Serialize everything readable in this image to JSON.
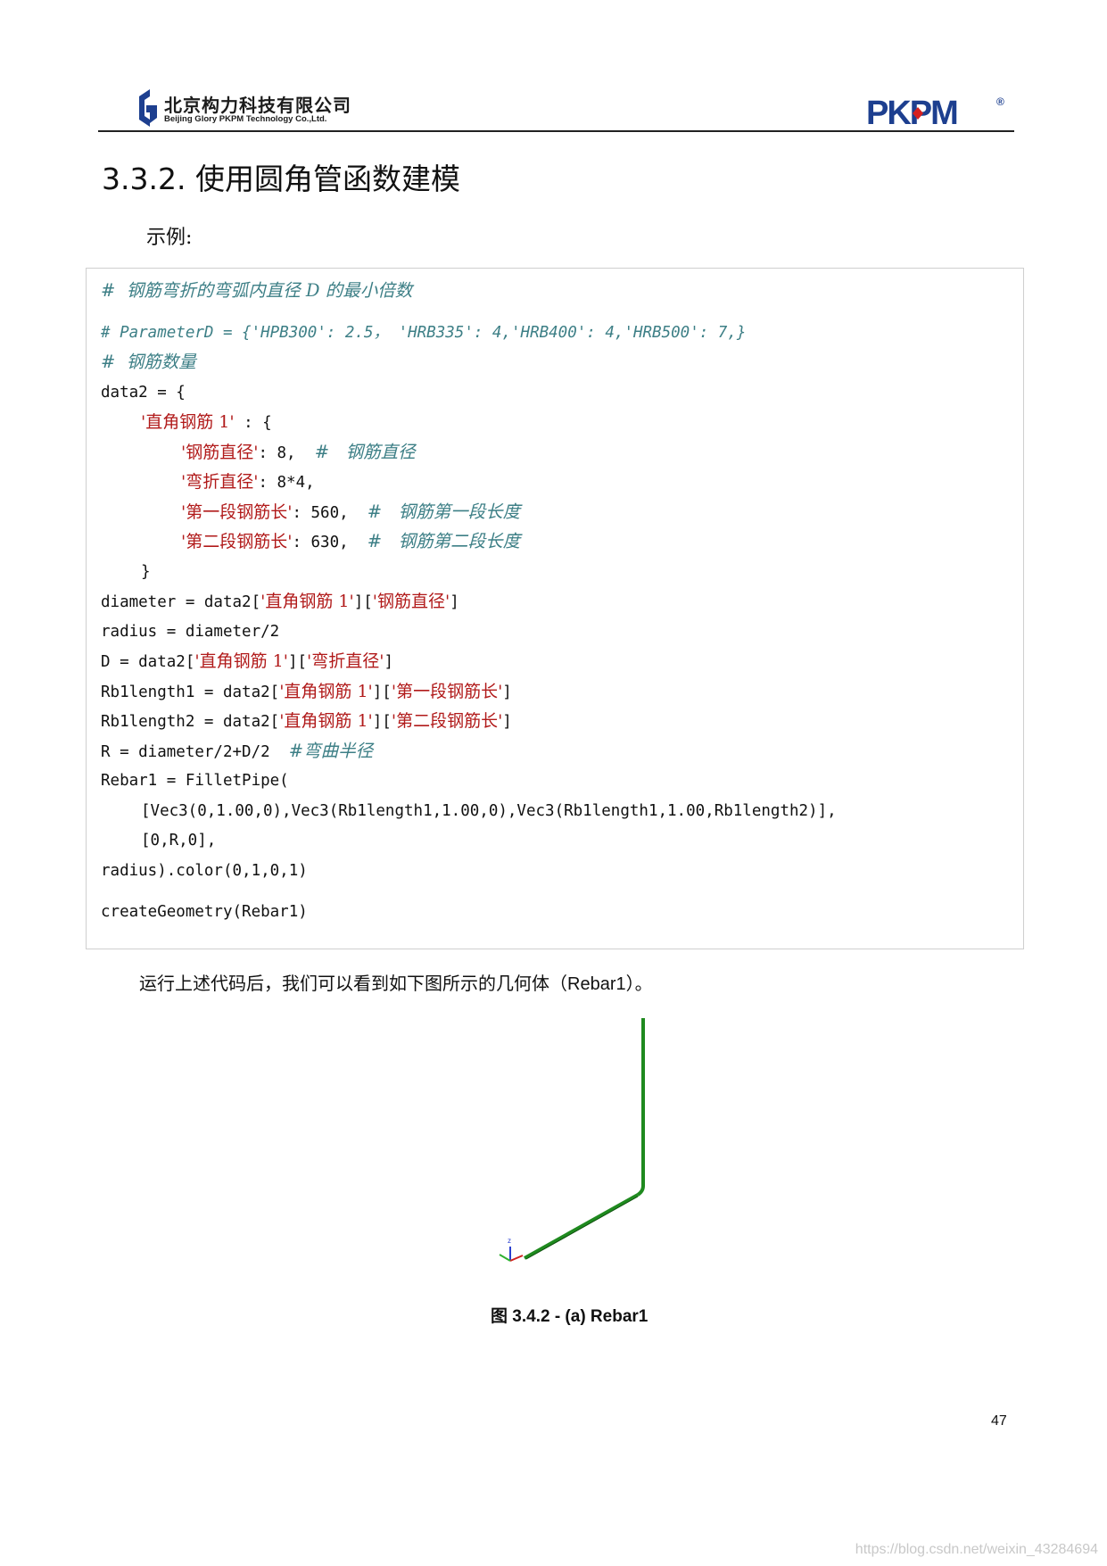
{
  "header": {
    "company_cn": "北京构力科技有限公司",
    "company_en": "Beijing Glory PKPM Technology Co.,Ltd.",
    "brand": "PKPM",
    "brand_mark": "®"
  },
  "section": {
    "title": "3.3.2. 使用圆角管函数建模",
    "example_label": "示例:"
  },
  "code": {
    "c1": "#  钢筋弯折的弯弧内直径 D 的最小倍数",
    "c2": "# ParameterD = {'HPB300': 2.5， 'HRB335': 4,'HRB400': 4,'HRB500': 7,}",
    "c3": "#  钢筋数量",
    "l4": "data2 = {",
    "l5_key": "'直角钢筋 1'",
    "l5_rest": " : {",
    "l6_key": "'钢筋直径'",
    "l6_rest": ": 8,",
    "l6_cmt": "#   钢筋直径",
    "l7_key": "'弯折直径'",
    "l7_rest": ": 8*4,",
    "l8_key": "'第一段钢筋长'",
    "l8_rest": ": 560,",
    "l8_cmt": "#   钢筋第一段长度",
    "l9_key": "'第二段钢筋长'",
    "l9_rest": ": 630,",
    "l9_cmt": "#   钢筋第二段长度",
    "l10": "}",
    "l11_a": "diameter = data2[",
    "l11_s1": "'直角钢筋 1'",
    "l11_s2": "'钢筋直径'",
    "l12": "radius = diameter/2",
    "l13_a": "D = data2[",
    "l13_s1": "'直角钢筋 1'",
    "l13_s2": "'弯折直径'",
    "l14_a": "Rb1length1 = data2[",
    "l14_s1": "'直角钢筋 1'",
    "l14_s2": "'第一段钢筋长'",
    "l15_a": "Rb1length2 = data2[",
    "l15_s1": "'直角钢筋 1'",
    "l15_s2": "'第二段钢筋长'",
    "l16_a": "R = diameter/2+D/2",
    "l16_cmt": "#弯曲半径",
    "l17": "Rebar1 = FilletPipe(",
    "l18": "[Vec3(0,1.00,0),Vec3(Rb1length1,1.00,0),Vec3(Rb1length1,1.00,Rb1length2)],",
    "l19": "[0,R,0],",
    "l20": "radius).color(0,1,0,1)",
    "l21": "createGeometry(Rebar1)"
  },
  "description": {
    "text": "运行上述代码后，我们可以看到如下图所示的几何体（",
    "name": "Rebar1",
    "tail": "）。"
  },
  "figure": {
    "caption": "图 3.4.2 - (a) Rebar1",
    "axis_label": "z",
    "rebar_color": "#1f8a1f"
  },
  "page_number": "47",
  "watermark": "https://blog.csdn.net/weixin_43284694"
}
